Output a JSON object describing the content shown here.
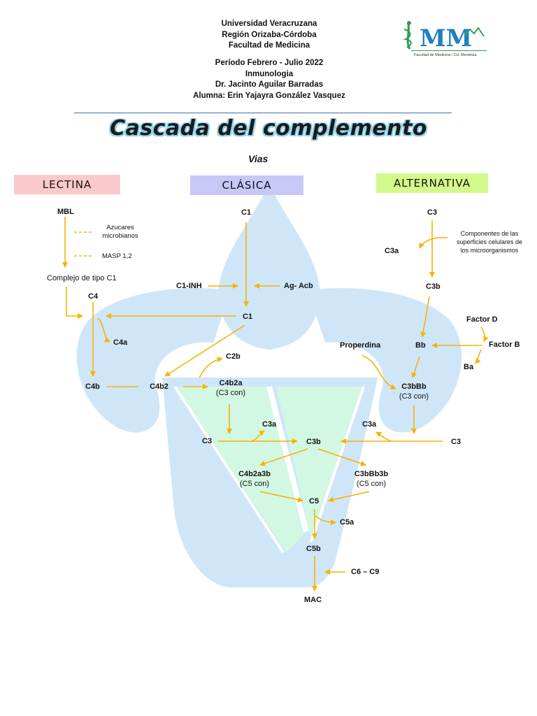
{
  "header": {
    "university": "Universidad Veracruzana",
    "region": "Región Orizaba-Córdoba",
    "faculty": "Facultad de Medicina",
    "period": "Período Febrero - Julio 2022",
    "subject": "Inmunologia",
    "teacher": "Dr. Jacinto Aguilar Barradas",
    "student": "Alumna: Erin Yajayra González Vasquez"
  },
  "logo": {
    "letters": "MM",
    "caption": "Facultad de Medicina / Cd. Mendoza"
  },
  "title": "Cascada del complemento",
  "subtitle": "Vias",
  "colors": {
    "lectina": "#fbc9cb",
    "clasica": "#c9c7f7",
    "alternativa": "#d3f98a",
    "arrow": "#f5b400",
    "flower": "#cfe6f8",
    "v_green": "#d2f7e3"
  },
  "paths": {
    "lectina": "LECTINA",
    "clasica": "CLÁSICA",
    "alternativa": "ALTERNATIVA"
  },
  "nodes": {
    "mbl": "MBL",
    "azucares": "Azucares microbianos",
    "masp": "MASP 1,2",
    "complejo_c1": "Complejo de tipo C1",
    "c4": "C4",
    "c4a": "C4a",
    "c4b": "C4b",
    "c1_top": "C1",
    "c1_inh": "C1-INH",
    "ag_acb": "Ag- Acb",
    "c1_mid": "C1",
    "c4b2": "C4b2",
    "c2b": "C2b",
    "c4b2a": "C4b2a",
    "c3_con_1": "(C3 con)",
    "c3_left": "C3",
    "c3a_left": "C3a",
    "c3b_center": "C3b",
    "c4b2a3b": "C4b2a3b",
    "c5_con_1": "(C5 con)",
    "c3_alt_top": "C3",
    "componentes": "Componentes de las superficies celulares de los microorganismos",
    "c3a_alt": "C3a",
    "c3b_alt": "C3b",
    "factor_d": "Factor D",
    "factor_b": "Factor B",
    "properdina": "Properdina",
    "bb": "Bb",
    "ba": "Ba",
    "c3bbb": "C3bBb",
    "c3_con_2": "(C3 con)",
    "c3a_right": "C3a",
    "c3_right": "C3",
    "c3bbb3b": "C3bBb3b",
    "c5_con_2": "(C5 con)",
    "c5": "C5",
    "c5a": "C5a",
    "c5b": "C5b",
    "c6_c9": "C6 – C9",
    "mac": "MAC"
  }
}
